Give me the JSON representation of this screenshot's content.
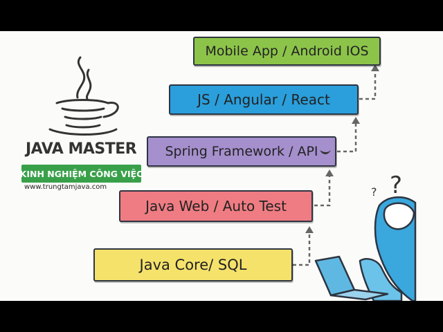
{
  "steps": [
    {
      "label": "Mobile App / Android IOS",
      "color": "#8cc44a"
    },
    {
      "label": "JS / Angular / React",
      "color": "#2a9fdc"
    },
    {
      "label": "Spring Framework / API",
      "color": "#a58fcd"
    },
    {
      "label": "Java Web / Auto Test",
      "color": "#ef7c82"
    },
    {
      "label": "Java Core/ SQL",
      "color": "#f5e26b"
    }
  ],
  "logo": {
    "title": "JAVA MASTER",
    "banner": "KINH NGHIỆM CÔNG VIỆC",
    "url": "www.trungtamjava.com",
    "banner_color": "#39a04a"
  },
  "question_marks": [
    "?",
    "?"
  ],
  "icons": [
    "java-cup-icon",
    "bird-icon",
    "dashed-arrow-icon",
    "person-with-laptop-icon"
  ]
}
